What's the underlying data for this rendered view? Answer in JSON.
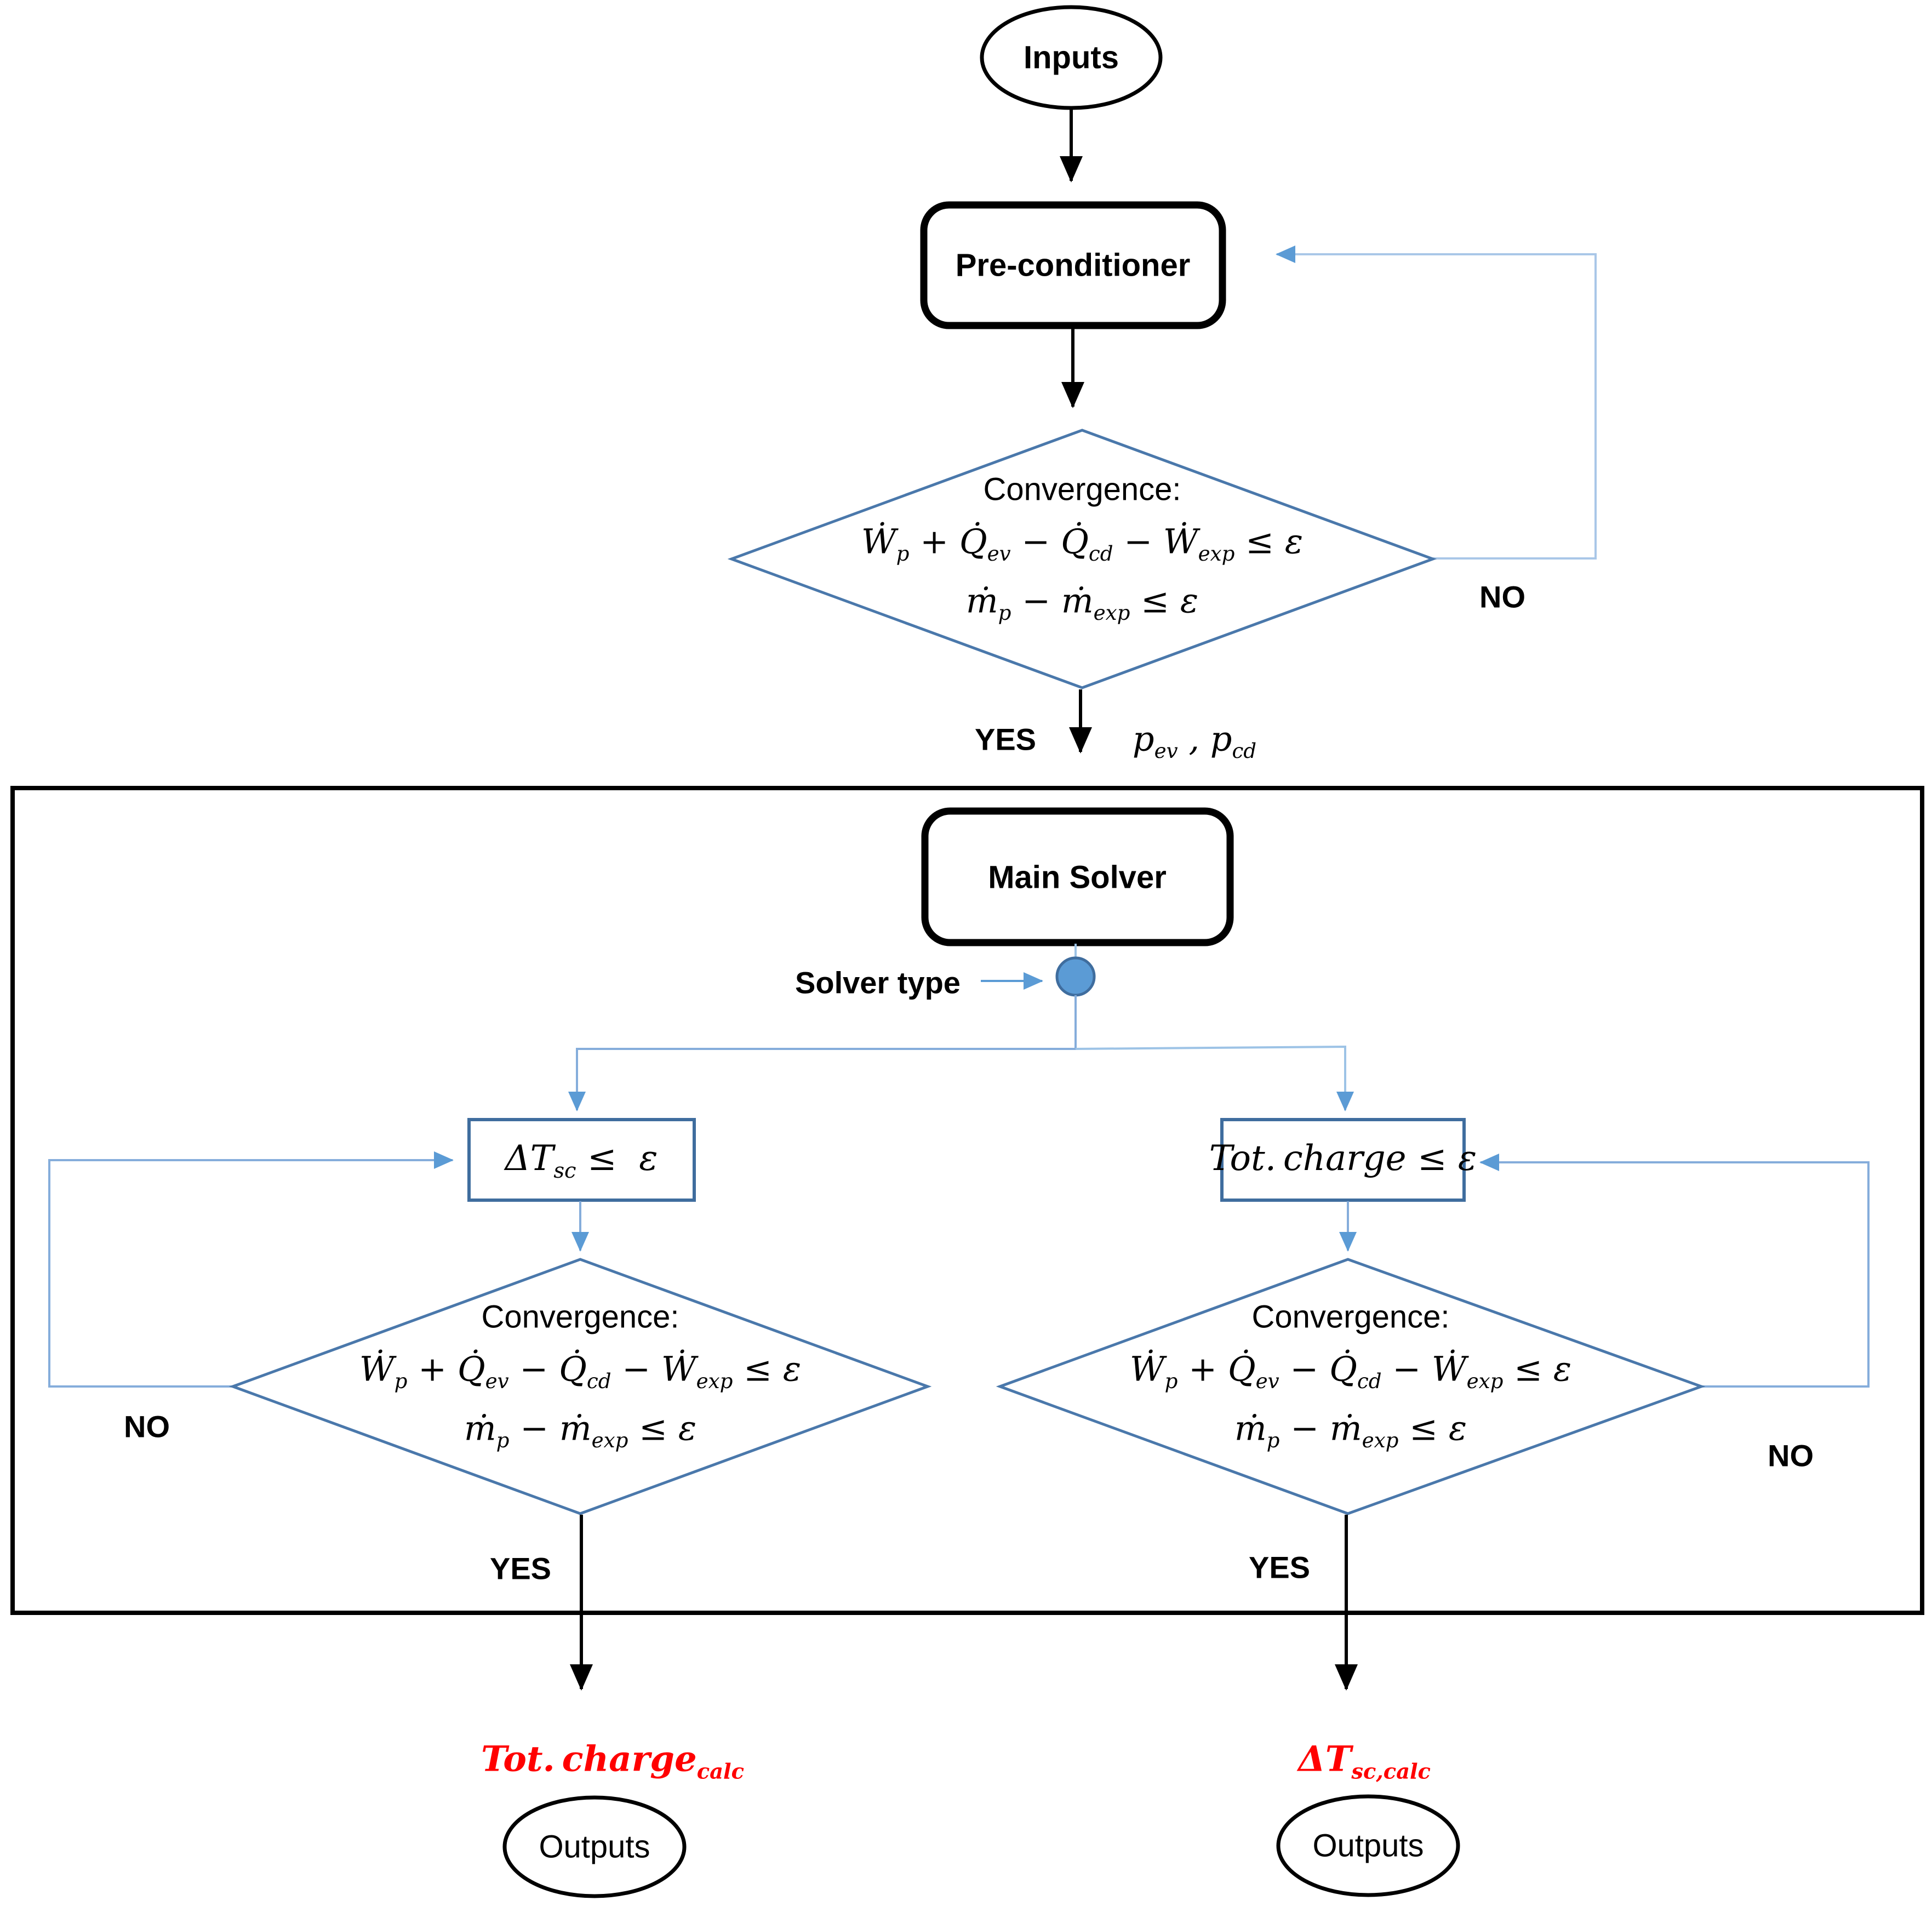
{
  "colors": {
    "connector_blue": "#85ADDB",
    "loop_light_blue": "#A9C7E8",
    "arrowhead_blue": "#5B9BD5",
    "node_border_blue": "#3F6D9E",
    "diamond_border_blue": "#4A78AB",
    "solver_circle_fill": "#5B9BD5",
    "result_red": "#FF0000",
    "line_black": "#000000"
  },
  "flow": {
    "inputs": {
      "label": "Inputs"
    },
    "preconditioner": {
      "label": "Pre-conditioner"
    },
    "convergence": {
      "title": "Convergence:",
      "line1": [
        {
          "t": "Ẇ"
        },
        {
          "t": "p",
          "sub": true
        },
        {
          "t": " + "
        },
        {
          "t": "Q̇"
        },
        {
          "t": "ev",
          "sub": true
        },
        {
          "t": " − "
        },
        {
          "t": "Q̇"
        },
        {
          "t": "cd",
          "sub": true
        },
        {
          "t": " − "
        },
        {
          "t": "Ẇ"
        },
        {
          "t": "exp",
          "sub": true
        },
        {
          "t": " ≤ "
        },
        {
          "t": "ε"
        }
      ],
      "line2": [
        {
          "t": "ṁ"
        },
        {
          "t": "p",
          "sub": true
        },
        {
          "t": " − "
        },
        {
          "t": "ṁ"
        },
        {
          "t": "exp",
          "sub": true
        },
        {
          "t": " ≤ "
        },
        {
          "t": "ε"
        }
      ]
    },
    "decision_labels": {
      "yes": "YES",
      "no": "NO"
    },
    "pressures": [
      {
        "t": "p"
      },
      {
        "t": "ev",
        "sub": true
      },
      {
        "t": " , "
      },
      {
        "t": "p"
      },
      {
        "t": "cd",
        "sub": true
      }
    ],
    "main_solver": {
      "label": "Main Solver"
    },
    "solver_type": {
      "label": "Solver type"
    },
    "left_branch": {
      "condition": [
        {
          "t": "ΔT"
        },
        {
          "t": "sc",
          "sub": true
        },
        {
          "t": " ≤  "
        },
        {
          "t": "ε"
        }
      ],
      "result": [
        {
          "t": "Tot. charge"
        },
        {
          "t": "calc",
          "sub": true
        }
      ],
      "output": "Outputs"
    },
    "right_branch": {
      "condition": [
        {
          "t": "Tot. charge "
        },
        {
          "t": "≤ "
        },
        {
          "t": "ε"
        }
      ],
      "result": [
        {
          "t": "ΔT"
        },
        {
          "t": "sc,calc",
          "sub": true
        }
      ],
      "output": "Outputs"
    }
  }
}
